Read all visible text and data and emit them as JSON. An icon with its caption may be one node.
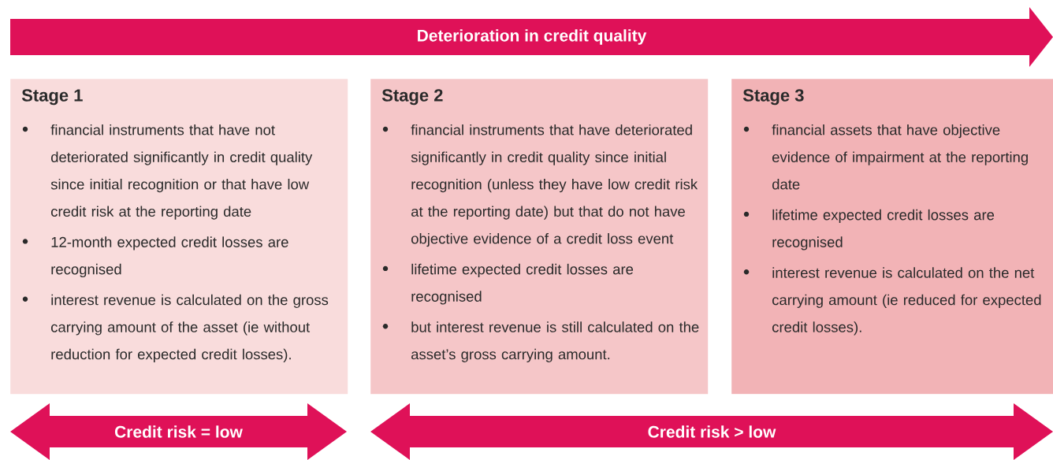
{
  "diagram": {
    "nodes": [
      {
        "text": [
          "Deterioration in credit quality"
        ]
      },
      {
        "text": [
          "Stage 1",
          "financial instruments that have not deteriorated significantly in credit quality since initial recognition or that have low credit risk at the reporting date",
          "12-month expected credit losses are recognised",
          "interest revenue is calculated on the gross carrying amount of the asset (ie without reduction for expected credit losses)."
        ]
      },
      {
        "text": [
          "Stage 2",
          "financial instruments that have deteriorated significantly in credit quality since initial recognition (unless they have low credit risk at the reporting date) but that do not have objective evidence of a credit loss event",
          "lifetime expected credit losses are recognised",
          "but interest revenue is still calculated on the asset’s gross carrying amount."
        ]
      },
      {
        "text": [
          "Stage 3",
          "financial assets that have objective evidence of impairment at the reporting date",
          "lifetime expected credit losses are recognised",
          "interest revenue is calculated on the net carrying amount (ie reduced for expected credit losses)."
        ]
      },
      {
        "text": [
          "Credit risk = low"
        ]
      },
      {
        "text": [
          "Credit risk > low"
        ]
      }
    ]
  }
}
